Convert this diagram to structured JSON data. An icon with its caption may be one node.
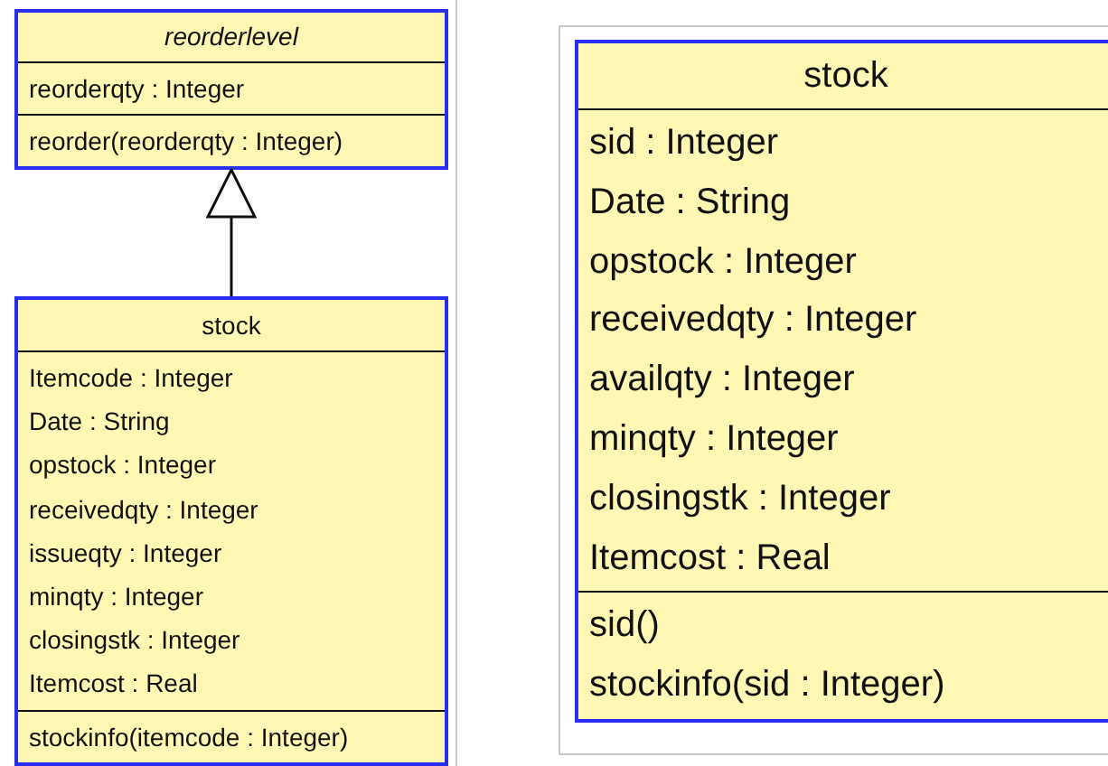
{
  "diagram": {
    "nodes": [
      {
        "text": [
          "reorderlevel",
          "reorderqty : Integer",
          "reorder(reorderqty : Integer)"
        ]
      },
      {
        "text": [
          "stock",
          "Itemcode : Integer",
          "Date : String",
          "opstock : Integer",
          "receivedqty : Integer",
          "issueqty : Integer",
          "minqty : Integer",
          "closingstk : Integer",
          "Itemcost : Real",
          "stockinfo(itemcode : Integer)"
        ]
      },
      {
        "text": [
          "stock",
          "sid : Integer",
          "Date : String",
          "opstock : Integer",
          "receivedqty : Integer",
          "availqty : Integer",
          "minqty : Integer",
          "closingstk : Integer",
          "Itemcost : Real",
          "sid()",
          "stockinfo(sid : Integer)"
        ]
      }
    ],
    "edges": [
      {
        "from": 1,
        "to": 0,
        "arrow": "to"
      }
    ]
  }
}
